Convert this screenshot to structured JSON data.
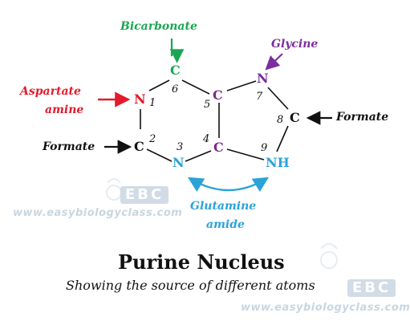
{
  "diagram": {
    "atoms": {
      "n1": "N",
      "c2": "C",
      "n3": "N",
      "c4": "C",
      "c5": "C",
      "c6": "C",
      "n7": "N",
      "c8": "C",
      "n9": "NH"
    },
    "numbers": {
      "n1": "1",
      "c2": "2",
      "n3": "3",
      "c4": "4",
      "c5": "5",
      "c6": "6",
      "n7": "7",
      "c8": "8",
      "n9": "9"
    },
    "sources": {
      "bicarbonate": "Bicarbonate",
      "glycine": "Glycine",
      "aspartate_line1": "Aspartate",
      "aspartate_line2": "amine",
      "formate_c8": "Formate",
      "formate_c2": "Formate",
      "glutamine_line1": "Glutamine",
      "glutamine_line2": "amide"
    },
    "title": "Purine Nucleus",
    "subtitle": "Showing the source of different atoms",
    "watermark": {
      "site": "www.easybiologyclass.com",
      "badge": "EBC"
    }
  },
  "colors": {
    "bicarbonate": "#1aa652",
    "glycine": "#7b2f9e",
    "aspartate": "#e21b2a",
    "glutamine": "#2aa3d8",
    "formate": "#111111",
    "atom_default": "#7a2d86",
    "bond": "#111111"
  }
}
